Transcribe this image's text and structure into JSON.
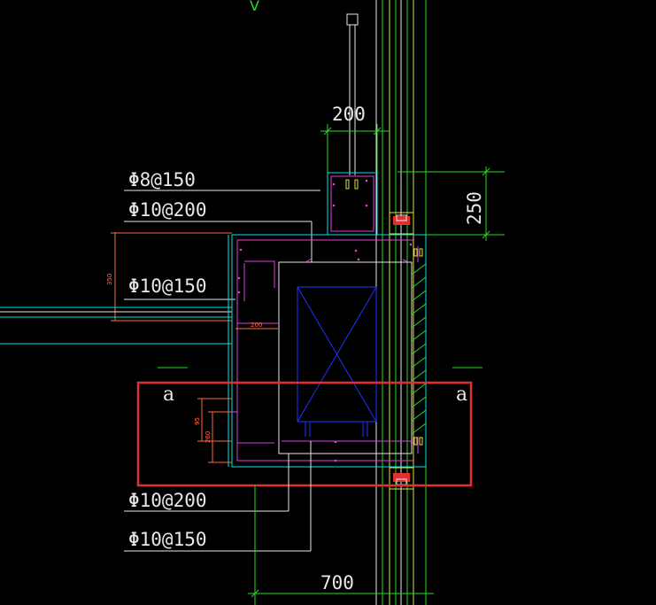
{
  "drawing": {
    "rebar_labels": {
      "top_1": "Φ8@150",
      "top_2": "Φ10@200",
      "mid_1": "Φ10@150",
      "bottom_1": "Φ10@200",
      "bottom_2": "Φ10@150"
    },
    "dimensions": {
      "dim_200_top": "200",
      "dim_250": "250",
      "dim_350": "350",
      "dim_200_small": "200",
      "dim_700": "700",
      "dim_small_a": "95",
      "dim_small_b": "260"
    },
    "section_marks": {
      "left": "a",
      "right": "a",
      "top_v": "V"
    },
    "colors": {
      "background": "#000000",
      "wall": "#00e5e5",
      "dimension": "#22dd22",
      "leader": "#e8e8e8",
      "rebar": "#e040e0",
      "equipment": "#2233ff",
      "highlight": "#e03030",
      "orange_dim": "#ff6a3d",
      "yellow": "#e0e040"
    }
  }
}
